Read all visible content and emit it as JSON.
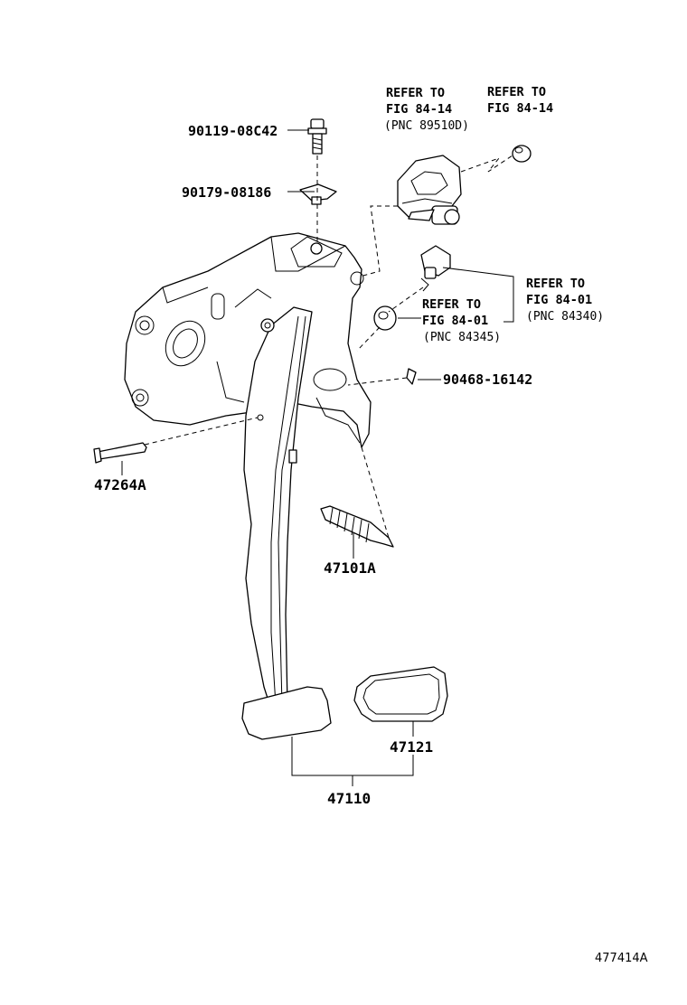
{
  "labels": {
    "bolt_90119": "90119-08C42",
    "nut_90179": "90179-08186",
    "ref_fig8414_a_l1": "REFER TO",
    "ref_fig8414_a_l2": "FIG 84-14",
    "ref_fig8414_a_pnc": "(PNC 89510D)",
    "ref_fig8414_b_l1": "REFER TO",
    "ref_fig8414_b_l2": "FIG 84-14",
    "ref_fig8401_a_l1": "REFER TO",
    "ref_fig8401_a_l2": "FIG 84-01",
    "ref_fig8401_a_pnc": "(PNC 84340)",
    "ref_fig8401_b_l1": "REFER TO",
    "ref_fig8401_b_l2": "FIG 84-01",
    "ref_fig8401_b_pnc": "(PNC 84345)",
    "clip_90468": "90468-16142",
    "pin_47264A": "47264A",
    "spring_47101A": "47101A",
    "pad_47121": "47121",
    "pedal_47110": "47110",
    "figure_id": "477414A"
  }
}
